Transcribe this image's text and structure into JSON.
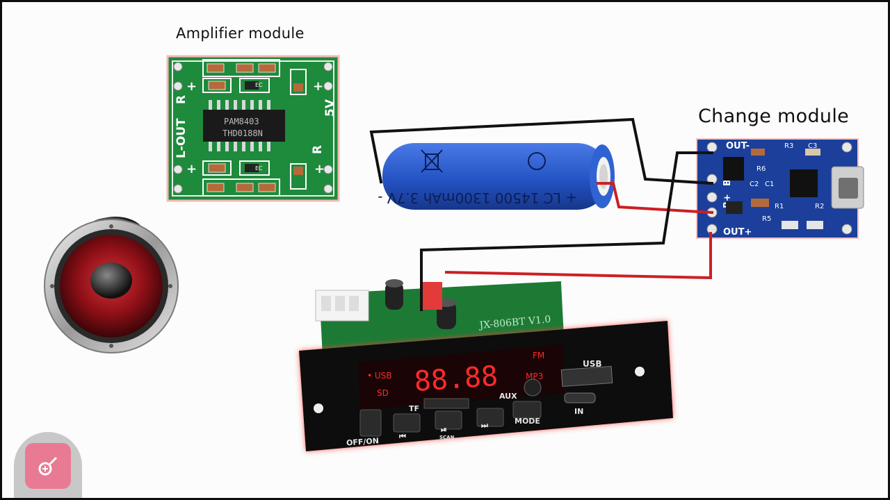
{
  "labels": {
    "amplifier": "Amplifier module",
    "charge": "Change module"
  },
  "amplifier_pcb": {
    "chip_line1": "PAM8403",
    "chip_line2": "THD0188N",
    "l_out": "L-OUT",
    "r_left": "R",
    "r_right": "R",
    "five_v": "5V",
    "ec": "EC"
  },
  "battery": {
    "text": "+ LC 14500 1300mAh 3.7V -"
  },
  "charge_pcb": {
    "out_top": "OUT-",
    "out_bottom": "OUT+",
    "b_minus": "B-",
    "b_plus": "B+",
    "r3": "R3",
    "c3": "C3",
    "r6": "R6",
    "c1": "C1",
    "c2": "C2",
    "r1": "R1",
    "r2": "R2",
    "r5": "R5"
  },
  "mp3_module": {
    "pcb_text": "JX-806BT V1.0",
    "display": "88.88",
    "usb_ind": "• USB",
    "sd_ind": "SD",
    "fm_ind": "FM",
    "mp3_ind": "MP3",
    "usb_label": "USB",
    "aux_label": "AUX",
    "tf_label": "TF",
    "in_label": "IN",
    "mode_label": "MODE",
    "offon_label": "OFF/ON",
    "scan_label": "SCAN"
  },
  "colors": {
    "wire_black": "#111111",
    "wire_red": "#cc1f24",
    "amp_pcb": "#1f8a3c",
    "charge_pcb": "#1a3f9c",
    "battery": "#2756c9",
    "accent_pink": "#e87a93"
  }
}
